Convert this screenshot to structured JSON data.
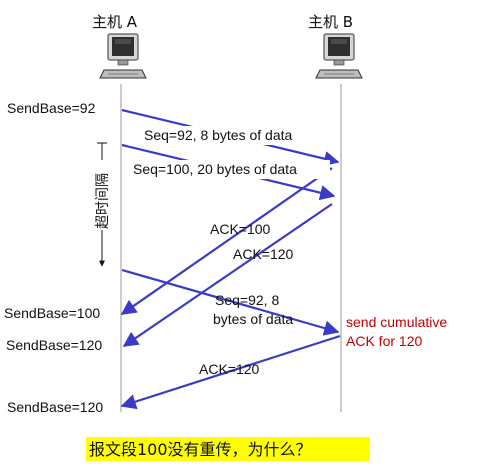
{
  "hosts": {
    "a_label": "主机 A",
    "b_label": "主机 B"
  },
  "host_a_annotations": {
    "sendbase_1": "SendBase=92",
    "sendbase_2": "SendBase=100",
    "sendbase_3": "SendBase=120",
    "sendbase_4": "SendBase=120",
    "timeout": "超时间隔"
  },
  "messages": {
    "seq92": "Seq=92, 8 bytes of data",
    "seq100": "Seq=100, 20 bytes of data",
    "ack100": "ACK=100",
    "ack120": "ACK=120",
    "resend_line1": "Seq=92,  8",
    "resend_line2": "bytes of data",
    "ack120_cumulative": "ACK=120"
  },
  "host_b_annotation": {
    "line1": "send cumulative",
    "line2": "ACK for 120",
    "color": "#c00000"
  },
  "question": {
    "text": "报文段100没有重传，为什么？",
    "highlight_color": "#ffff00"
  },
  "colors": {
    "arrow": "#3b3bc6",
    "timeline": "#9a9a9a"
  }
}
